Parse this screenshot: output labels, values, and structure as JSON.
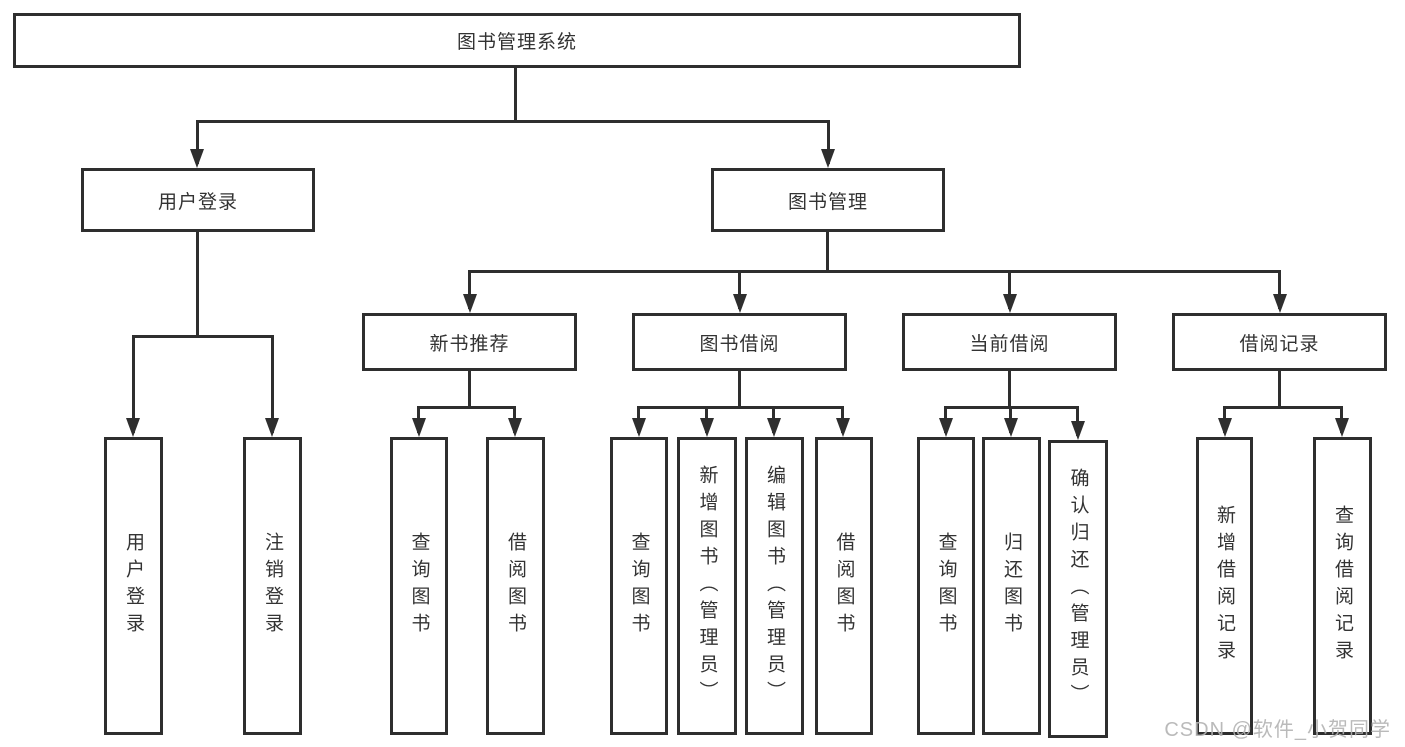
{
  "diagram": {
    "type": "tree",
    "root": {
      "label": "图书管理系统",
      "children": [
        {
          "label": "用户登录",
          "children": [
            {
              "label": "用户登录"
            },
            {
              "label": "注销登录"
            }
          ]
        },
        {
          "label": "图书管理",
          "children": [
            {
              "label": "新书推荐",
              "children": [
                {
                  "label": "查询图书"
                },
                {
                  "label": "借阅图书"
                }
              ]
            },
            {
              "label": "图书借阅",
              "children": [
                {
                  "label": "查询图书"
                },
                {
                  "label": "新增图书（管理员）"
                },
                {
                  "label": "编辑图书（管理员）"
                },
                {
                  "label": "借阅图书"
                }
              ]
            },
            {
              "label": "当前借阅",
              "children": [
                {
                  "label": "查询图书"
                },
                {
                  "label": "归还图书"
                },
                {
                  "label": "确认归还（管理员）"
                }
              ]
            },
            {
              "label": "借阅记录",
              "children": [
                {
                  "label": "新增借阅记录"
                },
                {
                  "label": "查询借阅记录"
                }
              ]
            }
          ]
        }
      ]
    }
  },
  "watermark": "CSDN @软件_小贺同学",
  "colors": {
    "line": "#2e2e2e",
    "box_border": "#2e2e2e",
    "box_fill": "#ffffff",
    "text": "#333333",
    "watermark": "#b2b2b2",
    "background": "#ffffff"
  }
}
